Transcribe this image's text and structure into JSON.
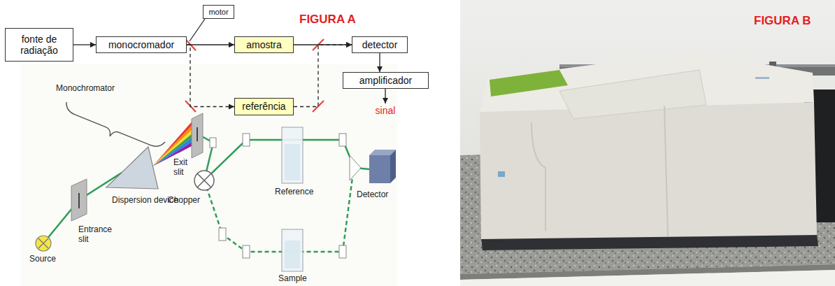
{
  "diagram": {
    "nodes": [
      {
        "text": [
          "fonte de radiação"
        ]
      },
      {
        "text": [
          "monocromador"
        ]
      },
      {
        "text": [
          "motor"
        ]
      },
      {
        "text": [
          "amostra"
        ]
      },
      {
        "text": [
          "detector"
        ]
      },
      {
        "text": [
          "amplificador"
        ]
      },
      {
        "text": [
          "referência"
        ]
      }
    ],
    "edges": [
      {
        "from": 0,
        "to": 1,
        "arrow": "to"
      },
      {
        "from": 1,
        "to": 3,
        "arrow": "to"
      },
      {
        "from": 1,
        "to": 6,
        "arrow": "to"
      },
      {
        "from": 3,
        "to": 4,
        "arrow": "to"
      },
      {
        "from": 6,
        "to": 4,
        "arrow": "to"
      },
      {
        "from": 4,
        "to": 5,
        "arrow": "to"
      }
    ],
    "labels": [
      "FIGURA A",
      "sinal",
      "Monochromator",
      "Exit slit",
      "Dispersion device",
      "Entrance slit",
      "Source",
      "Chopper",
      "Reference",
      "Sample",
      "Detector",
      "FIGURA B"
    ]
  }
}
